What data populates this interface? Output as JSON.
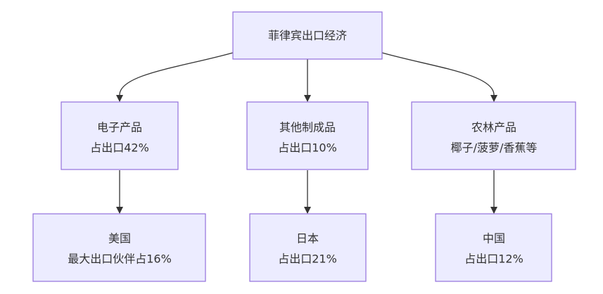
{
  "diagram": {
    "type": "flowchart",
    "direction": "top-down",
    "colors": {
      "node_fill": "#ececff",
      "node_border": "#9370db",
      "edge": "#333333",
      "text": "#333333"
    },
    "nodes": {
      "root": {
        "lines": [
          "菲律宾出口经济"
        ]
      },
      "electronics": {
        "lines": [
          "电子产品",
          "占出口42%"
        ]
      },
      "manufactured": {
        "lines": [
          "其他制成品",
          "占出口10%"
        ]
      },
      "agri": {
        "lines": [
          "农林产品",
          "椰子/菠萝/香蕉等"
        ]
      },
      "usa": {
        "lines": [
          "美国",
          "最大出口伙伴占16%"
        ]
      },
      "japan": {
        "lines": [
          "日本",
          "占出口21%"
        ]
      },
      "china": {
        "lines": [
          "中国",
          "占出口12%"
        ]
      }
    },
    "edges": [
      {
        "from": "root",
        "to": "electronics"
      },
      {
        "from": "root",
        "to": "manufactured"
      },
      {
        "from": "root",
        "to": "agri"
      },
      {
        "from": "electronics",
        "to": "usa"
      },
      {
        "from": "manufactured",
        "to": "japan"
      },
      {
        "from": "agri",
        "to": "china"
      }
    ]
  }
}
